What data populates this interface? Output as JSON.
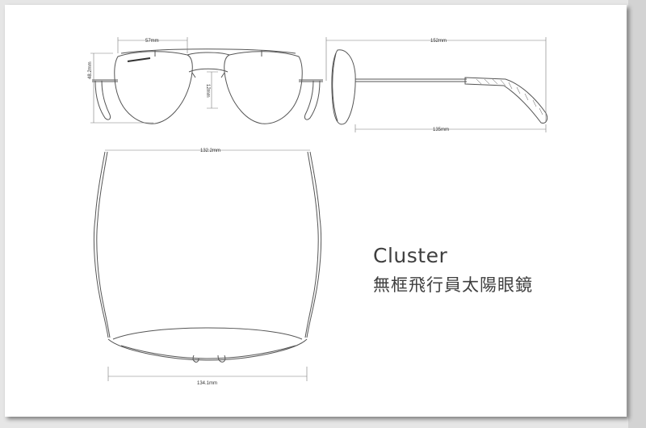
{
  "product": {
    "name": "Cluster",
    "description": "無框飛行員太陽眼鏡"
  },
  "dimensions": {
    "lens_width": "57mm",
    "lens_height": "48.2mm",
    "bridge_height": "12mm",
    "side_length": "152mm",
    "temple_length": "135mm",
    "inner_width": "132.2mm",
    "frame_width": "134.1mm"
  },
  "colors": {
    "line": "#555555",
    "dimension_line": "#7a7a7a",
    "background": "#ffffff",
    "text": "#3f3f3f"
  }
}
